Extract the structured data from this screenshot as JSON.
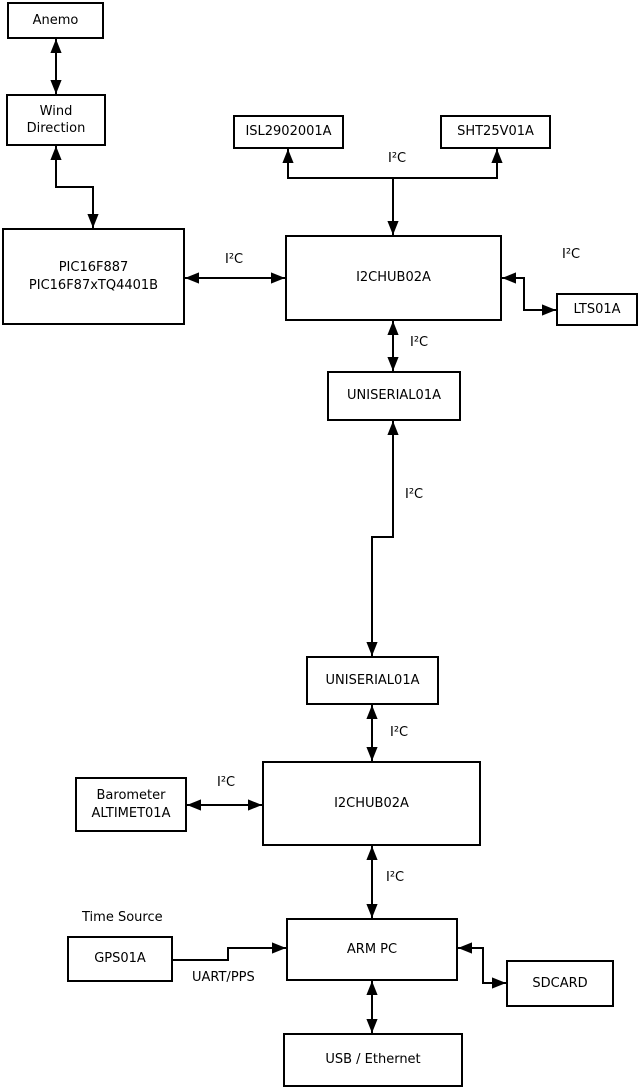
{
  "diagram": {
    "boxes": {
      "anemo": "Anemo",
      "wind_direction": [
        "Wind",
        "Direction"
      ],
      "pic": [
        "PIC16F887",
        "PIC16F87xTQ4401B"
      ],
      "isl": "ISL2902001A",
      "sht": "SHT25V01A",
      "hub_top": "I2CHUB02A",
      "lts": "LTS01A",
      "uniserial_top": "UNISERIAL01A",
      "uniserial_bottom": "UNISERIAL01A",
      "barometer": [
        "Barometer",
        "ALTIMET01A"
      ],
      "hub_bottom": "I2CHUB02A",
      "gps": "GPS01A",
      "arm_pc": "ARM PC",
      "sdcard": "SDCARD",
      "usb_ethernet": "USB / Ethernet"
    },
    "labels": {
      "i2c": "I²C",
      "time_source": "Time Source",
      "uart_pps": "UART/PPS"
    },
    "colors": {
      "line": "#000000",
      "box_border": "#000000",
      "box_fill": "#ffffff",
      "background": "#ffffff",
      "text": "#000000"
    }
  }
}
